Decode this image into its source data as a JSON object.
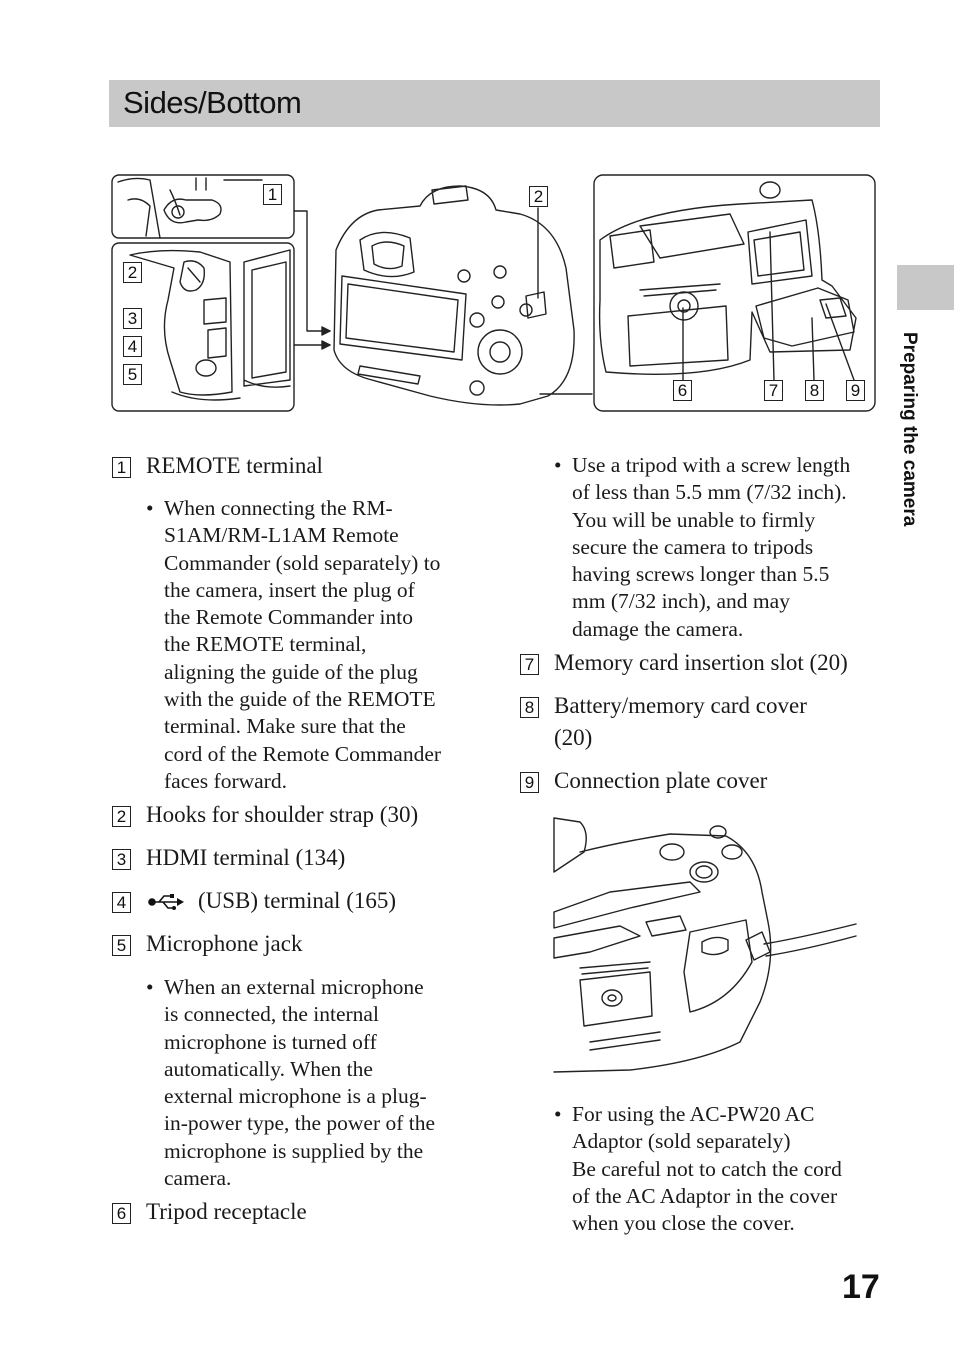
{
  "header": {
    "title": "Sides/Bottom"
  },
  "side_tab": {
    "label": "Preparing the camera"
  },
  "page_number": "17",
  "figure": {
    "callouts": [
      "1",
      "2",
      "3",
      "4",
      "5",
      "2",
      "6",
      "7",
      "8",
      "9"
    ]
  },
  "items": [
    {
      "num": "1",
      "label": "REMOTE terminal"
    },
    {
      "num": "2",
      "label": "Hooks for shoulder strap (30)"
    },
    {
      "num": "3",
      "label": "HDMI terminal (134)"
    },
    {
      "num": "4",
      "label": "(USB) terminal (165)"
    },
    {
      "num": "5",
      "label": "Microphone jack"
    },
    {
      "num": "6",
      "label": "Tripod receptacle"
    },
    {
      "num": "7",
      "label": "Memory card insertion slot (20)"
    },
    {
      "num": "8",
      "label": "Battery/memory card cover",
      "label_line2": "(20)"
    },
    {
      "num": "9",
      "label": "Connection plate cover"
    }
  ],
  "bullets": {
    "remote": "When connecting the RM-\nS1AM/RM-L1AM Remote\nCommander (sold separately) to\nthe camera, insert the plug of\nthe Remote Commander into\nthe REMOTE terminal,\naligning the guide of the plug\nwith the guide of the REMOTE\nterminal. Make sure that the\ncord of the Remote Commander\nfaces forward.",
    "microphone": "When an external microphone\nis connected, the internal\nmicrophone is turned off\nautomatically. When the\nexternal microphone is a plug-\nin-power type, the power of the\nmicrophone is supplied by the\ncamera.",
    "tripod": "Use a tripod with a screw length\nof less than 5.5 mm (7/32 inch).\nYou will be unable to firmly\nsecure the camera to tripods\nhaving screws longer than 5.5\nmm (7/32 inch), and may\ndamage the camera.",
    "adaptor": "For using the AC-PW20 AC\nAdaptor (sold separately)\nBe careful not to catch the cord\nof the AC Adaptor in the cover\nwhen you close the cover."
  },
  "bullet_symbol": "•",
  "icons": {
    "usb": "usb-icon"
  }
}
